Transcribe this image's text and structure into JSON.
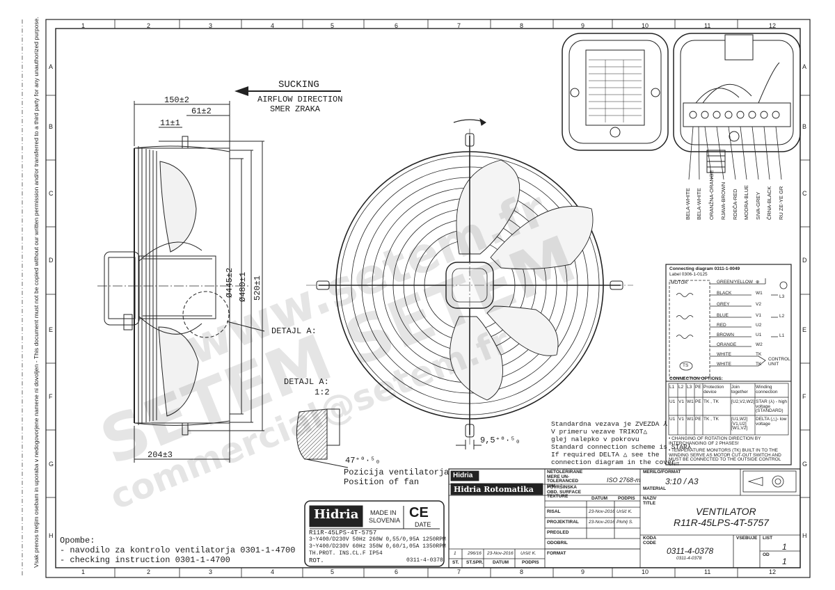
{
  "side_note": "Vsak prenos tretjim osebam in uporaba v nedogovorjene namene ni dovoljen - This document must not be copied without our written permission and/or transferred to a third party for any unauthorized purpose.",
  "grid": {
    "columns": [
      "1",
      "2",
      "3",
      "4",
      "5",
      "6",
      "7",
      "8",
      "9",
      "10",
      "11",
      "12"
    ],
    "rows": [
      "A",
      "B",
      "C",
      "D",
      "E",
      "F",
      "G",
      "H"
    ]
  },
  "watermark": {
    "line1": "www.setem.fr",
    "line2": "SETEM SETEM",
    "line3": "commercial@setem.fr"
  },
  "airflow": {
    "sucking": "SUCKING",
    "line2": "AIRFLOW DIRECTION",
    "line3": "SMER ZRAKA"
  },
  "dims": {
    "d150": "150±2",
    "d61": "61±2",
    "d11": "11±1",
    "d204": "204±3",
    "d445": "Ø445±2",
    "d480": "Ø480±1",
    "d520": "520±1",
    "d95": "9,5⁺⁰·⁵₀",
    "d47": "47⁺⁰·⁵₀"
  },
  "detail": {
    "ref": "DETAJL A:",
    "title": "DETAJL A:",
    "scale": "1:2"
  },
  "position_of_fan": {
    "si": "Pozicija ventilatorja",
    "en": "Position of fan"
  },
  "connection_note": [
    "Standardna vezava je ZVEZDA ⅄",
    "V primeru vezave TRIKOT△",
    "glej nalepko v pokrovu",
    "Standard connection scheme is STAR⅄",
    "If required DELTA △ see the",
    "connection diagram in the cover"
  ],
  "wire_labels": [
    "BELA-WHITE",
    "BELA-WHITE",
    "ORANŽNA-ORANGE",
    "RJAVA-BROWN",
    "RDEČA-RED",
    "MODRA-BLUE",
    "SIVA-GREY",
    "ČRNA-BLACK",
    "RU ZE-YE GR"
  ],
  "wiring": {
    "header1": "Connecting diagram 0311-1-0049",
    "header2": "Label 0306-1-0125",
    "motor": "MOTOR",
    "colors": [
      "GREEN/YELLOW",
      "BLACK",
      "GREY",
      "BLUE",
      "RED",
      "BROWN",
      "ORANGE",
      "WHITE",
      "WHITE"
    ],
    "terminals": [
      "⊕",
      "W1",
      "V2",
      "V1",
      "U2",
      "U1",
      "W2",
      "TK",
      "TK"
    ],
    "lines": [
      "L3",
      "L2",
      "L1"
    ],
    "ts": "TS",
    "control_unit": "CONTROL UNIT",
    "options_title": "CONNECTION OPTIONS:",
    "options_header": [
      "L1",
      "L2",
      "L3",
      "PE",
      "Protection device",
      "Join together",
      "Winding connection"
    ],
    "options_rows": [
      [
        "U1",
        "V1",
        "W1",
        "PE",
        "TK , TK",
        "[U2,V2,W2]",
        "STAR (⅄) - high voltage (STANDARD)"
      ],
      [
        "U1",
        "V1",
        "W1",
        "PE",
        "TK , TK",
        "[U1,W2] [V1,U2] [W1,V2]",
        "DELTA (△)- low voltage"
      ]
    ],
    "note1": "• CHANGING OF ROTATION DIRECTION BY INTERCHANGING OF 2 PHASES!",
    "note2": "• TEMPERATURE MONITORS (TK) BUILT IN TO THE WINDING SERVE AS MOTOR CUT-OUT SWITCH AND MUST BE CONNECTED TO THE OUTSIDE CONTROL UNIT"
  },
  "label": {
    "brand": "Hidria",
    "made_in": "MADE IN",
    "country": "SLOVENIA",
    "ce": "CE",
    "date": "DATE",
    "model": "R11R-45LPS-4T-5757",
    "spec1": "3~Y400/D230V 50Hz 260W 0,55/0,95A 1250RPM",
    "spec2": "3~Y400/D230V 60Hz 350W 0,60/1,05A 1350RPM",
    "spec3": "TH.PROT. INS.CL.F IP54",
    "rot": "ROT.",
    "code": "0311-4-0378"
  },
  "opombe": {
    "title": "Opombe:",
    "line1": "- navodilo za kontrolo ventilatorja 0301-1-4700",
    "line2": "- checking instruction 0301-1-4700"
  },
  "title_block": {
    "brand1": "Hidria",
    "brand2": "Hidria Rotomatika",
    "tolerances": "NETOLERIRANE MERE UN-TOLERANCED DIM.",
    "standard": "ISO 2768-m",
    "scale_label": "MERILO/FORMAT",
    "scale": "3:10 / A3",
    "surface": "POVRŠINSKA OBD. SURFACE TEXTURE",
    "material": "MATERIAL",
    "datum_h": "DATUM",
    "podpis_h": "PODPIS",
    "risal": "RISAL",
    "projektiral": "PROJEKTIRAL",
    "date1": "23-Nov-2016",
    "sign1": "Uršič K.",
    "date2": "23-Nov-2016",
    "sign2": "Plohlj S.",
    "pregled": "PREGLED",
    "odobril": "ODOBRIL",
    "naziv": "NAZIV TITLE",
    "title1": "VENTILATOR",
    "title2": "R11R-45LPS-4T-5757",
    "koda": "KODA CODE",
    "code": "0311-4-0378",
    "code_small": "0311-4-0378",
    "vsebuje": "VSEBUJE",
    "list": "LIST",
    "sheet": "1",
    "od": "OD",
    "of": "1",
    "rev": [
      "1",
      "296/16",
      "23-Nov-2016",
      "Uršič K."
    ],
    "rev_h": [
      "ST.",
      "ST.SPR.",
      "DATUM",
      "PODPIS"
    ],
    "format": "FORMAT"
  }
}
